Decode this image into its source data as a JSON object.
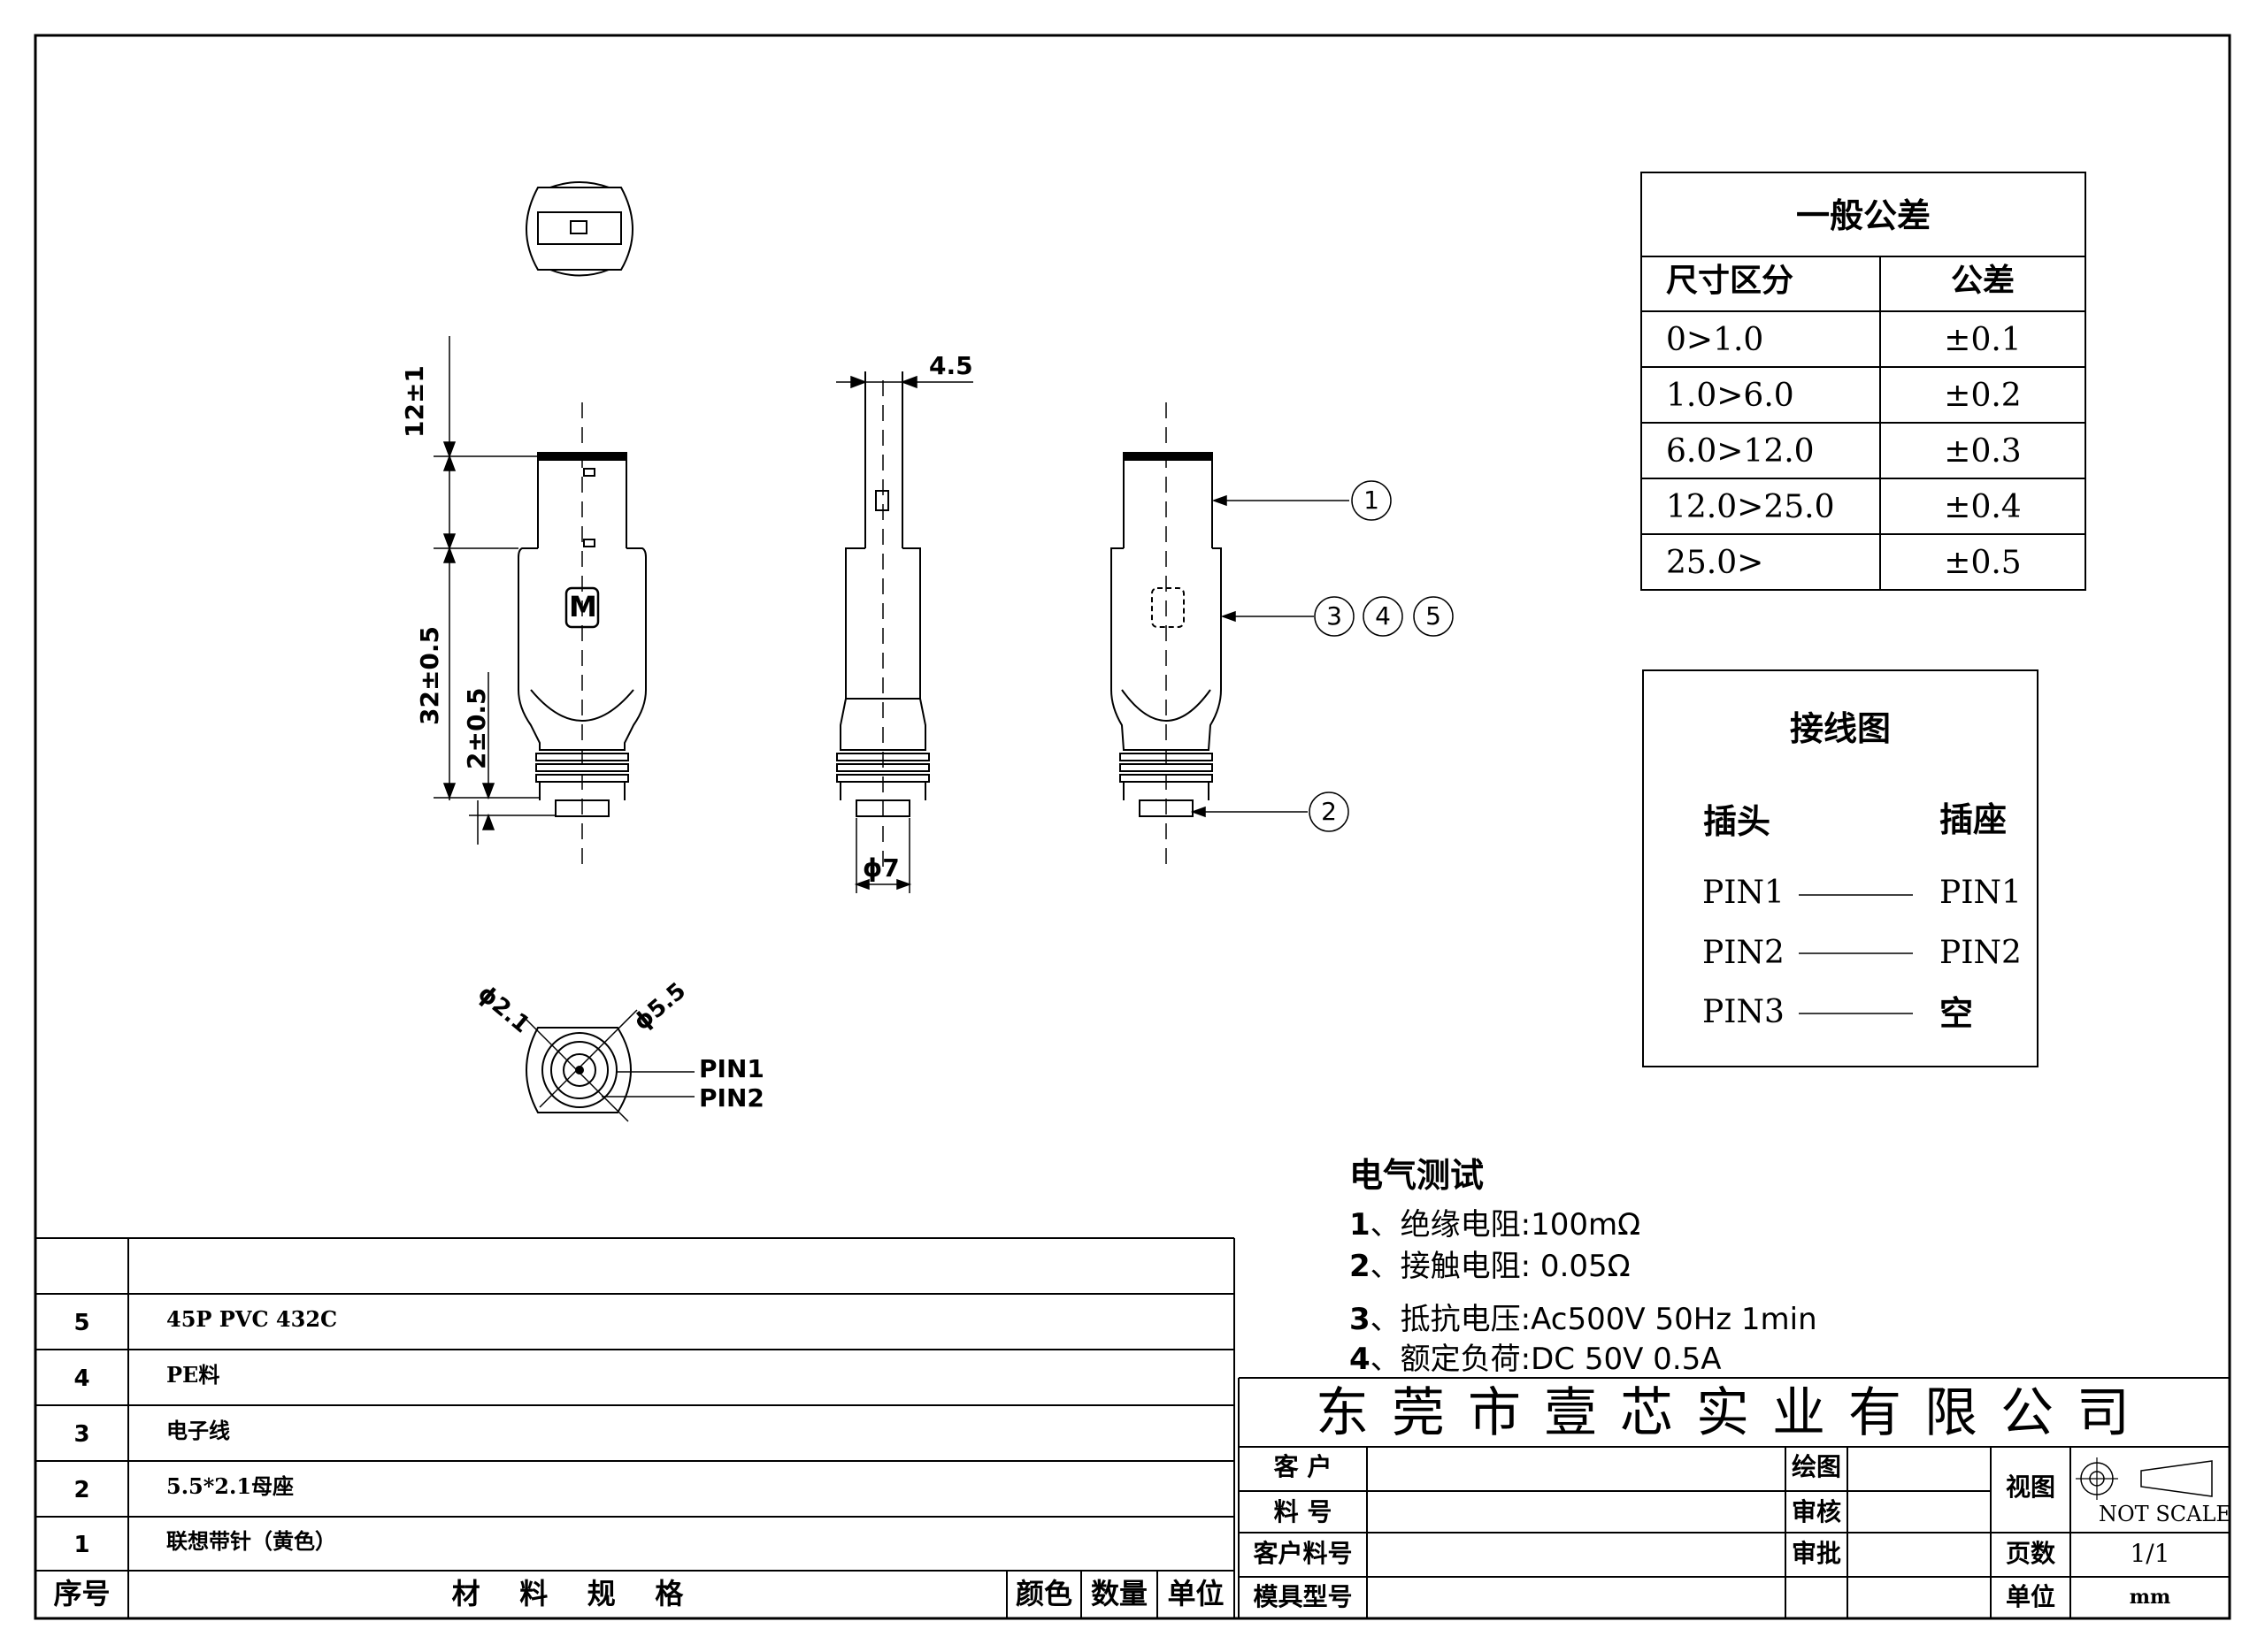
{
  "tolerance_table": {
    "title": "一般公差",
    "col_size": "尺寸区分",
    "col_tol": "公差",
    "rows": [
      {
        "size": "0>1.0",
        "tol": "±0.1"
      },
      {
        "size": "1.0>6.0",
        "tol": "±0.2"
      },
      {
        "size": "6.0>12.0",
        "tol": "±0.3"
      },
      {
        "size": "12.0>25.0",
        "tol": "±0.4"
      },
      {
        "size": "25.0>",
        "tol": "±0.5"
      }
    ]
  },
  "wiring": {
    "title": "接线图",
    "plug": "插头",
    "socket": "插座",
    "rows": [
      {
        "left": "PIN1",
        "right": "PIN1"
      },
      {
        "left": "PIN2",
        "right": "PIN2"
      },
      {
        "left": "PIN3",
        "right": "空"
      }
    ]
  },
  "electrical": {
    "title": "电气测试",
    "items": [
      {
        "num": "1",
        "text": "、绝缘电阻:100mΩ"
      },
      {
        "num": "2",
        "text": "、接触电阻:   0.05Ω"
      },
      {
        "num": "3",
        "text": "、抵抗电压:Ac500V  50Hz  1min"
      },
      {
        "num": "4",
        "text": "、额定负荷:DC 50V  0.5A"
      }
    ]
  },
  "dimensions": {
    "top_len": "12±1",
    "body_len": "32±0.5",
    "tip_len": "2±0.5",
    "width": "4.5",
    "diameter": "ϕ7",
    "inner_d": "ϕ2.1",
    "outer_d": "ϕ5.5",
    "pin1": "PIN1",
    "pin2": "PIN2",
    "m_mark": "M"
  },
  "callouts": [
    "1",
    "3",
    "4",
    "5",
    "2"
  ],
  "bom": {
    "rows": [
      {
        "no": "5",
        "spec": "45P PVC 432C"
      },
      {
        "no": "4",
        "spec": "PE料"
      },
      {
        "no": "3",
        "spec": "电子线"
      },
      {
        "no": "2",
        "spec": "5.5*2.1母座"
      },
      {
        "no": "1",
        "spec": "联想带针（黄色）"
      }
    ],
    "header": {
      "no": "序号",
      "spec": "材    料    规    格",
      "color": "颜色",
      "qty": "数量",
      "unit": "单位"
    }
  },
  "title_block": {
    "company": "东莞市壹芯实业有限公司",
    "customer": "客 户",
    "part_no": "料 号",
    "cust_part_no": "客户料号",
    "mold_no": "模具型号",
    "drawn": "绘图",
    "checked": "审核",
    "approved": "审批",
    "view": "视图",
    "no_scale": "NOT SCALE",
    "pages_label": "页数",
    "pages": "1/1",
    "unit_label": "单位",
    "unit": "mm"
  }
}
